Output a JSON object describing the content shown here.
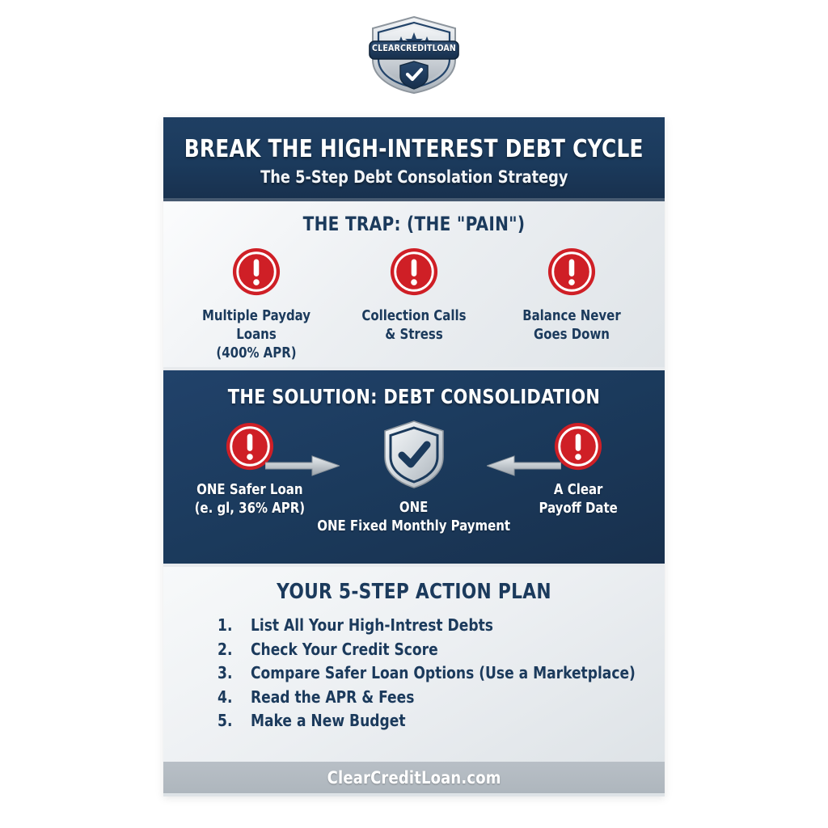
{
  "brand": {
    "logo_name": "clearcreditloan-badge",
    "logo_text": "CLEARCREDITLOAN",
    "navy": "#1b3a5c",
    "red": "#cf1f26",
    "silver": "#c3c9cf",
    "footer_gray": "#aeb6bd"
  },
  "header": {
    "title": "BREAK THE HIGH-INTEREST DEBT CYCLE",
    "subtitle": "The 5-Step Debt Consolation Strategy"
  },
  "trap": {
    "title": "THE TRAP: (THE \"PAIN\")",
    "items": [
      {
        "icon": "alert-exclamation-icon",
        "line1": "Multiple Payday Loans",
        "line2": "(400% APR)"
      },
      {
        "icon": "alert-exclamation-icon",
        "line1": "Collection Calls",
        "line2": "& Stress"
      },
      {
        "icon": "alert-exclamation-icon",
        "line1": "Balance Never",
        "line2": "Goes Down"
      }
    ]
  },
  "solution": {
    "title": "THE SOLUTION: DEBT CONSOLIDATION",
    "left": {
      "icon": "alert-exclamation-icon",
      "line1": "ONE Safer Loan",
      "line2": "(e. gl, 36% APR)"
    },
    "middle": {
      "icon": "shield-check-icon",
      "line1": "ONE",
      "line2": "ONE Fixed Monthly Payment"
    },
    "right": {
      "icon": "alert-exclamation-icon",
      "line1": "A Clear",
      "line2": "Payoff Date"
    },
    "arrow_left_to_center": "arrow-right-icon",
    "arrow_right_to_center": "arrow-left-icon"
  },
  "plan": {
    "title": "YOUR 5-STEP ACTION PLAN",
    "steps": [
      {
        "num": "1.",
        "text": "List All Your High-Intrest Debts"
      },
      {
        "num": "2.",
        "text": "Check Your Credit Score"
      },
      {
        "num": "3.",
        "text": "Compare Safer Loan Options (Use a Marketplace)"
      },
      {
        "num": "4.",
        "text": "Read the APR & Fees"
      },
      {
        "num": "5.",
        "text": "Make a New Budget"
      }
    ]
  },
  "footer": {
    "website": "ClearCreditLoan.com"
  }
}
